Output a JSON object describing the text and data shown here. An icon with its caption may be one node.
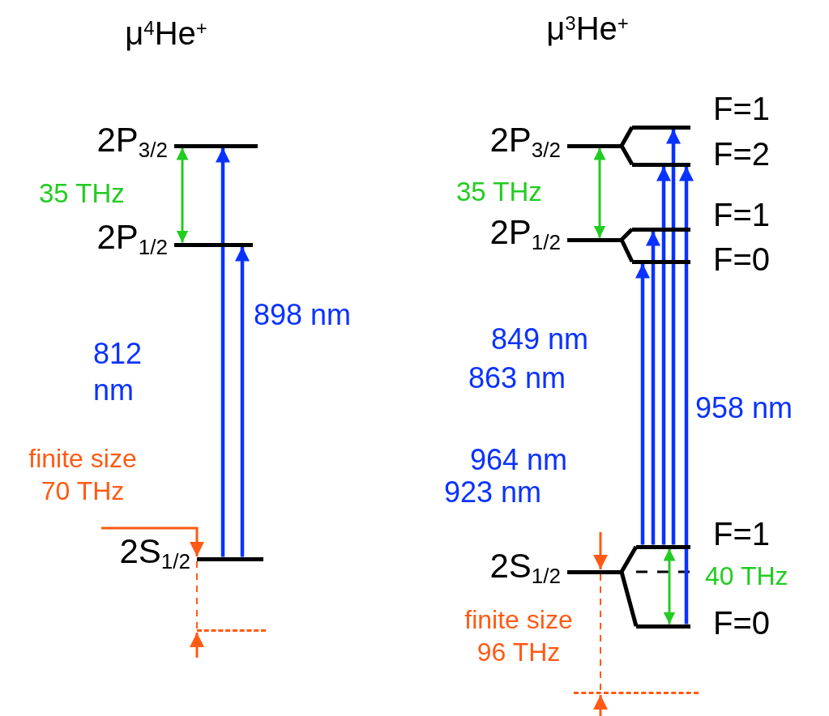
{
  "diagram": {
    "nodes": [
      {
        "text": [],
        "shape": "bar",
        "beside": [
          "2P$_{3/2}$"
        ]
      },
      {
        "text": [],
        "shape": "bar",
        "beside": [
          "2P$_{1/2}$"
        ]
      },
      {
        "text": [],
        "shape": "bar",
        "beside": [
          "2S$_{1/2}$"
        ]
      },
      {
        "text": [],
        "shape": "bar"
      },
      {
        "text": [],
        "shape": "bar",
        "beside": [
          "2P$_{3/2}$"
        ]
      },
      {
        "text": [],
        "shape": "bar",
        "beside": [
          "F=1"
        ]
      },
      {
        "text": [],
        "shape": "bar",
        "beside": [
          "F=2"
        ]
      },
      {
        "text": [],
        "shape": "bar",
        "beside": [
          "2P$_{1/2}$"
        ]
      },
      {
        "text": [],
        "shape": "bar",
        "beside": [
          "F=1"
        ]
      },
      {
        "text": [],
        "shape": "bar",
        "beside": [
          "F=0"
        ]
      },
      {
        "text": [],
        "shape": "bar",
        "beside": [
          "2S$_{1/2}$"
        ]
      },
      {
        "text": [],
        "shape": "bar",
        "beside": [
          "F=1"
        ]
      },
      {
        "text": [],
        "shape": "bar",
        "beside": [
          "F=0"
        ]
      },
      {
        "text": [],
        "shape": "bar"
      }
    ],
    "edges": [
      {
        "from": 1,
        "to": 0,
        "arrow": "both",
        "color": "#22cc22"
      },
      {
        "from": 2,
        "to": 0,
        "arrow": "to"
      },
      {
        "from": 2,
        "to": 1,
        "arrow": "to"
      },
      {
        "from": 4,
        "to": 5,
        "arrow": "none",
        "color": "#000000"
      },
      {
        "from": 4,
        "to": 6,
        "arrow": "none",
        "color": "#000000"
      },
      {
        "from": 7,
        "to": 4,
        "arrow": "both",
        "color": "#22cc22"
      },
      {
        "from": 7,
        "to": 8,
        "arrow": "none",
        "color": "#000000"
      },
      {
        "from": 7,
        "to": 9,
        "arrow": "none",
        "color": "#000000"
      },
      {
        "from": 10,
        "to": 11,
        "arrow": "none",
        "color": "#000000"
      },
      {
        "from": 10,
        "to": 12,
        "arrow": "none",
        "color": "#000000"
      },
      {
        "from": 11,
        "to": 9,
        "arrow": "to"
      },
      {
        "from": 11,
        "to": 8,
        "arrow": "to"
      },
      {
        "from": 11,
        "to": 6,
        "arrow": "to"
      },
      {
        "from": 11,
        "to": 5,
        "arrow": "to"
      },
      {
        "from": 12,
        "to": 6,
        "arrow": "to"
      },
      {
        "from": 11,
        "to": 12,
        "arrow": "both",
        "color": "#22cc22"
      },
      {
        "from": 2,
        "to": 3,
        "arrow": "to",
        "style": "dashed",
        "color": "#ff5a14"
      },
      {
        "from": 13,
        "to": 10,
        "arrow": "both",
        "style": "dashed",
        "color": "#ff5a14"
      },
      {
        "from": null,
        "to": 2,
        "arrow": "to",
        "color": "#ff5a14"
      }
    ],
    "labels": [
      "μ$^{4}$He$^{+}$",
      "μ$^{3}$He$^{+}$",
      "35 THz",
      "35 THz",
      "898 nm",
      "849 nm",
      "812 nm",
      "863 nm",
      "958 nm",
      "964 nm",
      "finite size 70 THz",
      "923 nm",
      "40 THz",
      "finite size 96 THz"
    ]
  }
}
